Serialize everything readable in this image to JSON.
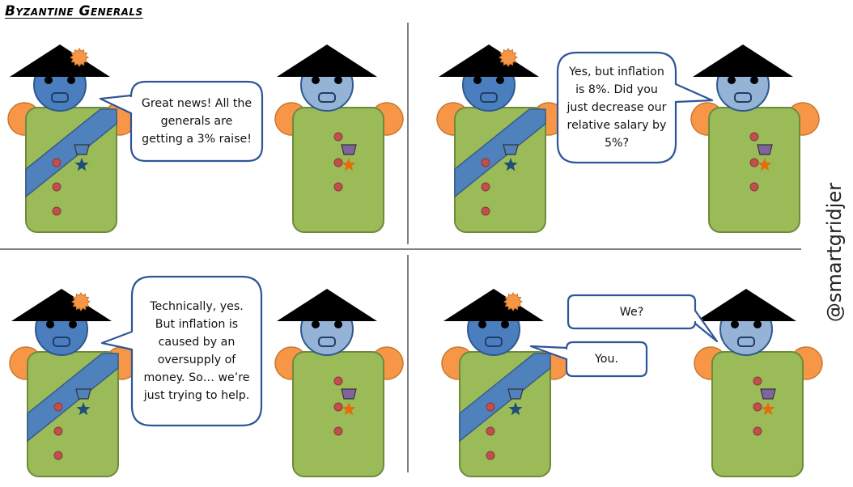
{
  "title": "Byzantine Generals",
  "credit": "@smartgridjer",
  "colors": {
    "hat": "#000000",
    "face_dark": "#4a7ebf",
    "face_light": "#95b3d7",
    "body": "#9bbb59",
    "body_stroke": "#6f8a3a",
    "shoulder": "#f79646",
    "sash": "#4f81bd",
    "button": "#c0504d",
    "badge_blue": "#4f81bd",
    "badge_purple": "#8064a2",
    "star_blue": "#1f4e79",
    "star_orange": "#e46c0a",
    "bubble_stroke": "#2f5597"
  },
  "panels": {
    "p1": {
      "speech": "Great news! All the generals are getting a 3% raise!"
    },
    "p2": {
      "speech": "Yes, but inflation is 8%. Did you just decrease our relative salary by 5%?"
    },
    "p3": {
      "speech": "Technically, yes. But inflation is caused by an oversupply of money. So… we’re just trying to help."
    },
    "p4": {
      "speech_we": "We?",
      "speech_you": "You."
    }
  }
}
